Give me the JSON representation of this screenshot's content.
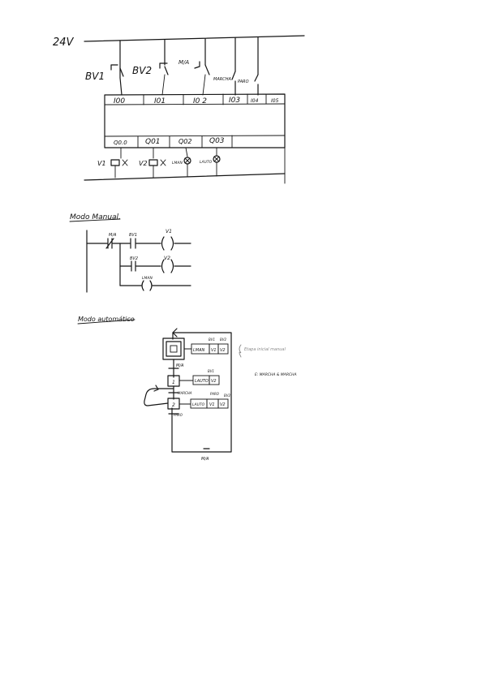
{
  "wiring": {
    "supply": "24V",
    "field_labels": {
      "bv1": "BV1",
      "bv2": "BV2",
      "ma": "M/A",
      "marcha": "MARCHA",
      "paro": "PARO"
    },
    "inputs": [
      "I00",
      "I01",
      "I0 2",
      "I03",
      "I04",
      "I05"
    ],
    "outputs": [
      "Q0.0",
      "Q01",
      "Q02",
      "Q03"
    ],
    "loads": {
      "v1": "V1",
      "v2": "V2",
      "lmanual": "LMAN",
      "lauto": "LAUTO"
    }
  },
  "manual": {
    "title": "Modo Manual.",
    "contacts": {
      "ma": "M/A",
      "bv1": "BV1",
      "bv2": "BV2"
    },
    "coils": {
      "v1": "V1",
      "v2": "V2",
      "lman": "LMAN"
    }
  },
  "auto": {
    "title": "Modo automático",
    "step0_actions": [
      "LMAN",
      "V1",
      "V2"
    ],
    "step0_bits": [
      "BV1",
      "BV2"
    ],
    "note_step0": "Etapa inicial manual",
    "t01": "M/A",
    "step1_id": "1",
    "step1_actions": [
      "LAUTO",
      "V2"
    ],
    "step1_bit": "BV1",
    "t12": "MARCHA",
    "step2_id": "2",
    "step2_actions": [
      "LAUTO",
      "V1",
      "V2"
    ],
    "step2_bits": [
      "PARO",
      "BV2"
    ],
    "t20": "PARO",
    "t_back": "M/A",
    "side_note": "E: MARCHA & MARCHA"
  }
}
